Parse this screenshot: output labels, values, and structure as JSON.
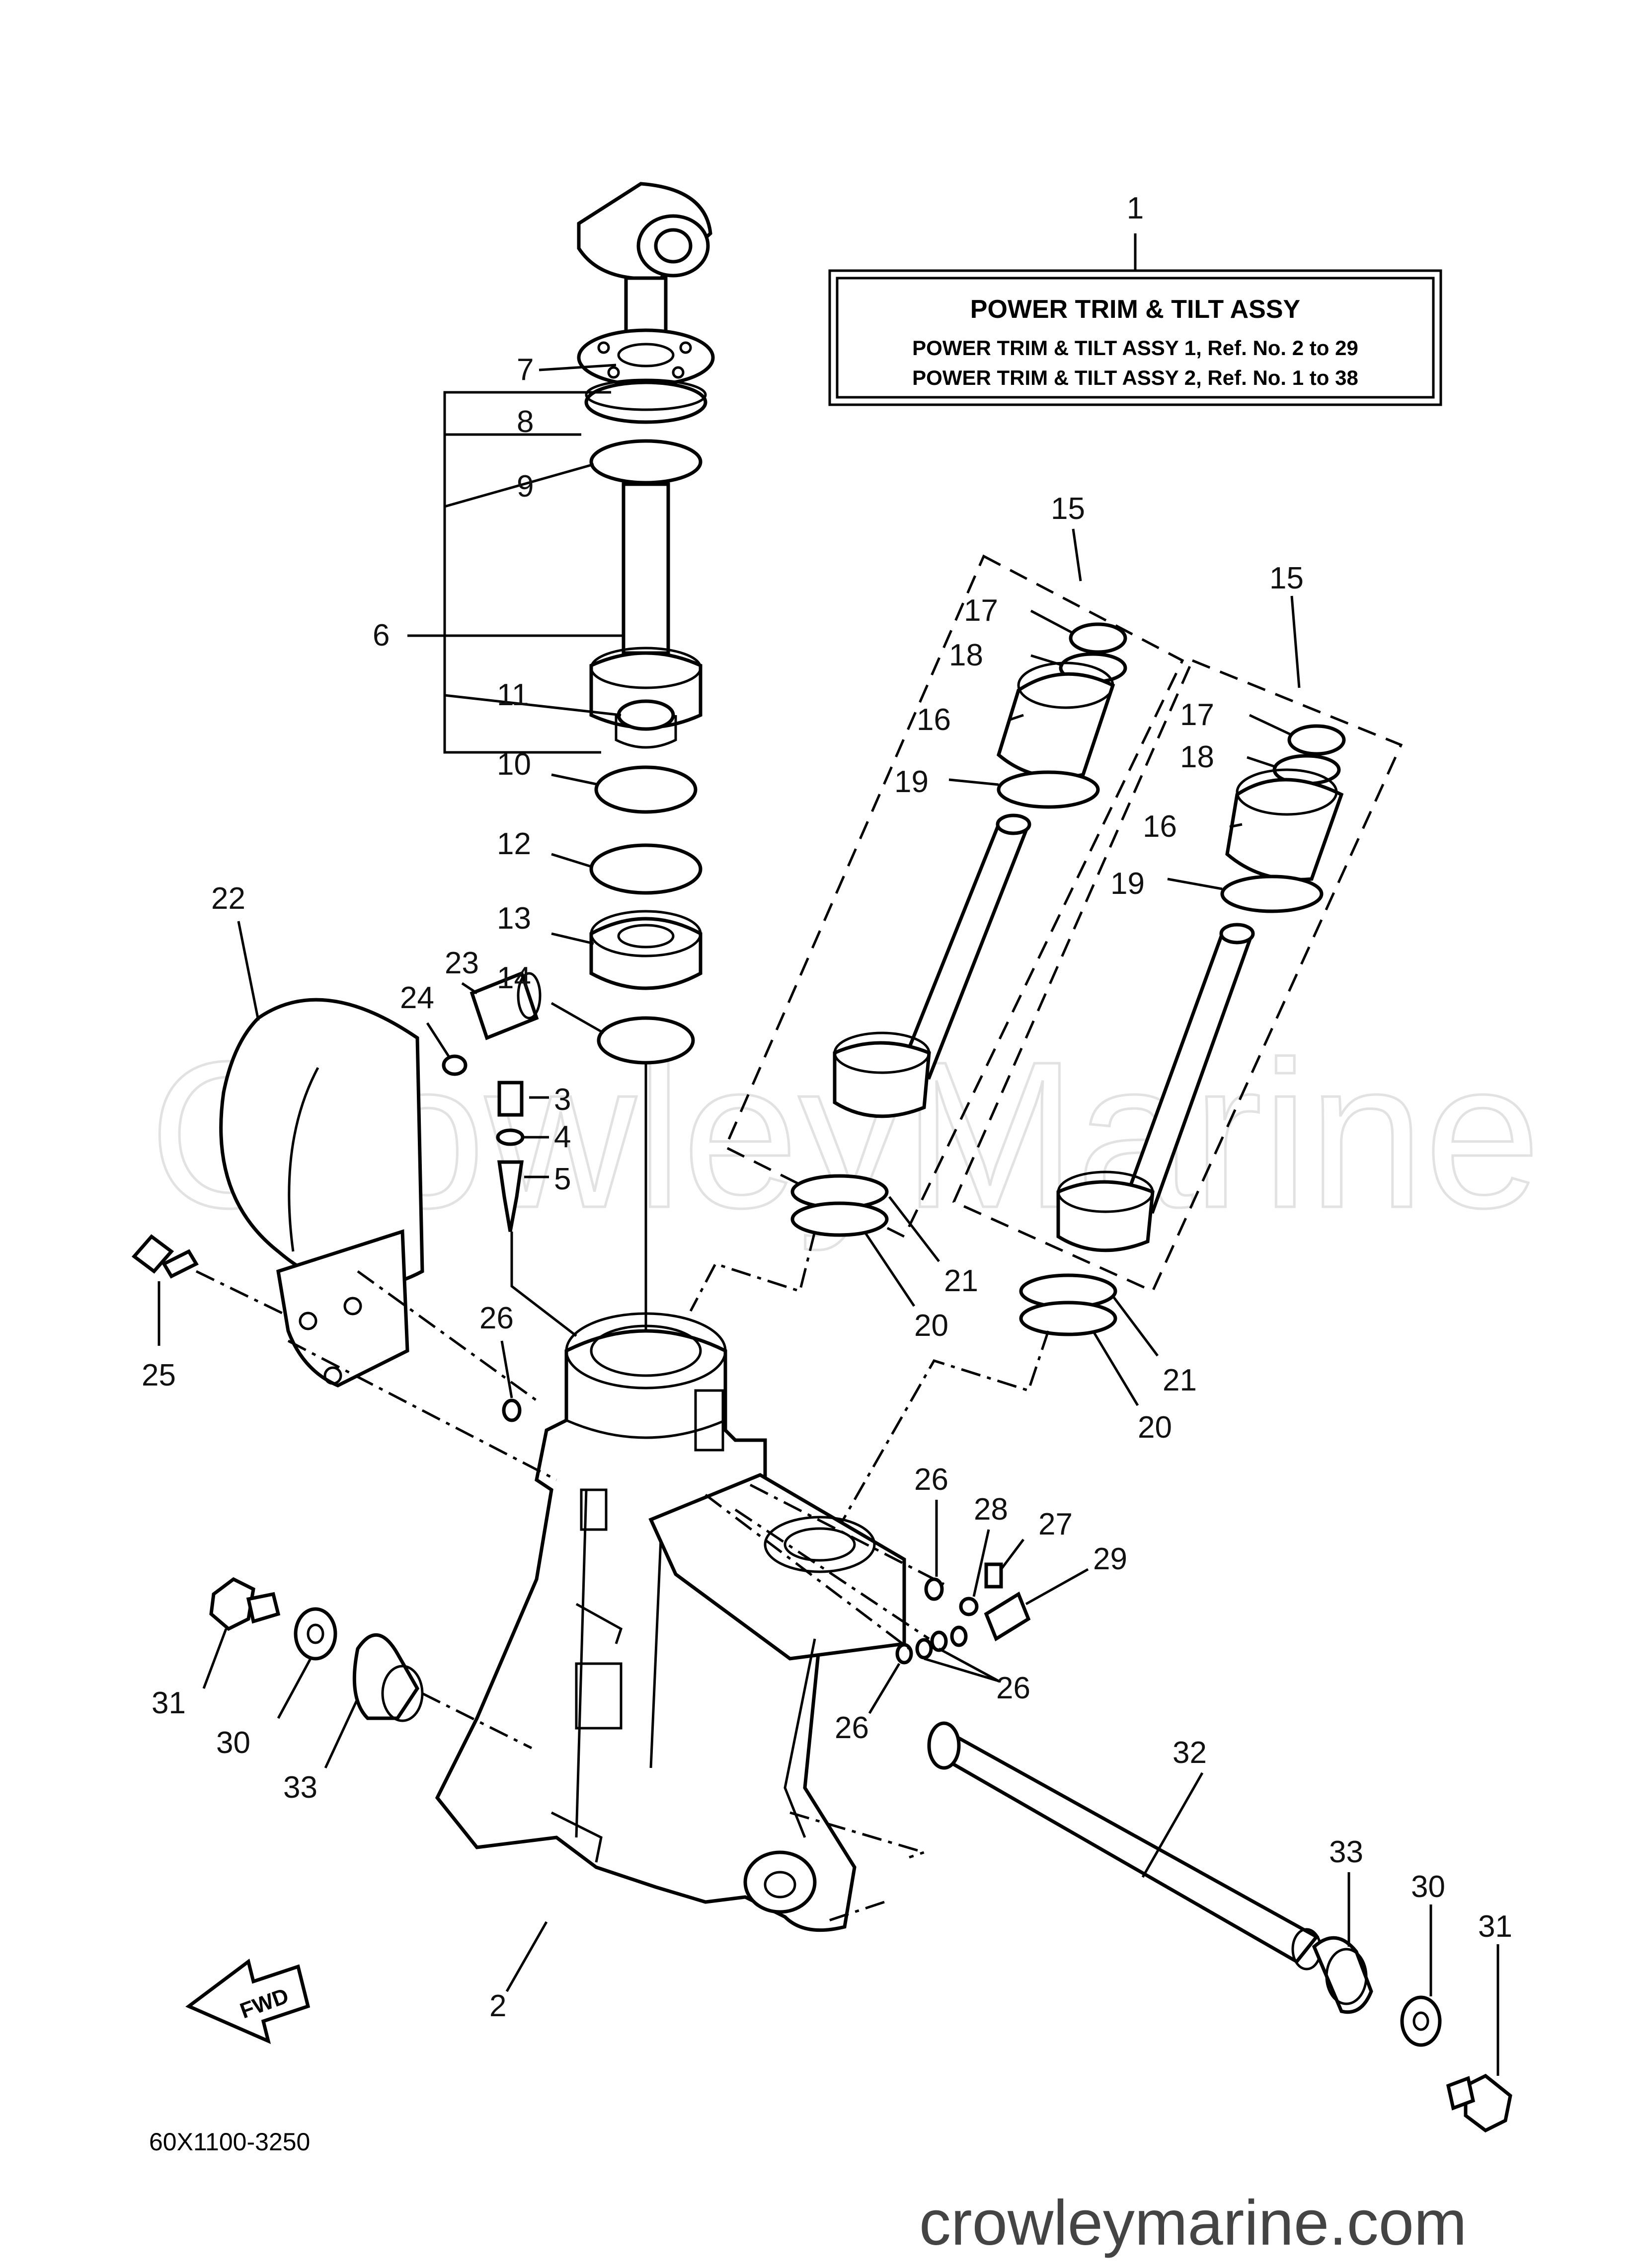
{
  "title_box": {
    "callout": "1",
    "heading": "POWER TRIM  &  TILT ASSY",
    "line1": "POWER TRIM & TILT ASSY 1,  Ref. No. 2 to 29",
    "line2": "POWER TRIM & TILT ASSY 2,  Ref. No. 1 to 38"
  },
  "watermark": "CrowleyMarine",
  "website": "crowleymarine.com",
  "drawing_number": "60X1100-3250",
  "fwd_label": "FWD",
  "callouts": [
    {
      "id": "c7",
      "label": "7"
    },
    {
      "id": "c8",
      "label": "8"
    },
    {
      "id": "c9",
      "label": "9"
    },
    {
      "id": "c6",
      "label": "6"
    },
    {
      "id": "c11",
      "label": "11"
    },
    {
      "id": "c10",
      "label": "10"
    },
    {
      "id": "c12",
      "label": "12"
    },
    {
      "id": "c13",
      "label": "13"
    },
    {
      "id": "c14",
      "label": "14"
    },
    {
      "id": "c22",
      "label": "22"
    },
    {
      "id": "c23",
      "label": "23"
    },
    {
      "id": "c24",
      "label": "24"
    },
    {
      "id": "c3",
      "label": "3"
    },
    {
      "id": "c4",
      "label": "4"
    },
    {
      "id": "c5",
      "label": "5"
    },
    {
      "id": "c25",
      "label": "25"
    },
    {
      "id": "c26a",
      "label": "26"
    },
    {
      "id": "c15a",
      "label": "15"
    },
    {
      "id": "c17a",
      "label": "17"
    },
    {
      "id": "c18a",
      "label": "18"
    },
    {
      "id": "c16a",
      "label": "16"
    },
    {
      "id": "c19a",
      "label": "19"
    },
    {
      "id": "c15b",
      "label": "15"
    },
    {
      "id": "c17b",
      "label": "17"
    },
    {
      "id": "c18b",
      "label": "18"
    },
    {
      "id": "c16b",
      "label": "16"
    },
    {
      "id": "c19b",
      "label": "19"
    },
    {
      "id": "c21a",
      "label": "21"
    },
    {
      "id": "c20a",
      "label": "20"
    },
    {
      "id": "c21b",
      "label": "21"
    },
    {
      "id": "c20b",
      "label": "20"
    },
    {
      "id": "c26b",
      "label": "26"
    },
    {
      "id": "c28",
      "label": "28"
    },
    {
      "id": "c27",
      "label": "27"
    },
    {
      "id": "c29",
      "label": "29"
    },
    {
      "id": "c26c",
      "label": "26"
    },
    {
      "id": "c26d",
      "label": "26"
    },
    {
      "id": "c31a",
      "label": "31"
    },
    {
      "id": "c30a",
      "label": "30"
    },
    {
      "id": "c33a",
      "label": "33"
    },
    {
      "id": "c32",
      "label": "32"
    },
    {
      "id": "c2",
      "label": "2"
    },
    {
      "id": "c33b",
      "label": "33"
    },
    {
      "id": "c30b",
      "label": "30"
    },
    {
      "id": "c31b",
      "label": "31"
    }
  ]
}
